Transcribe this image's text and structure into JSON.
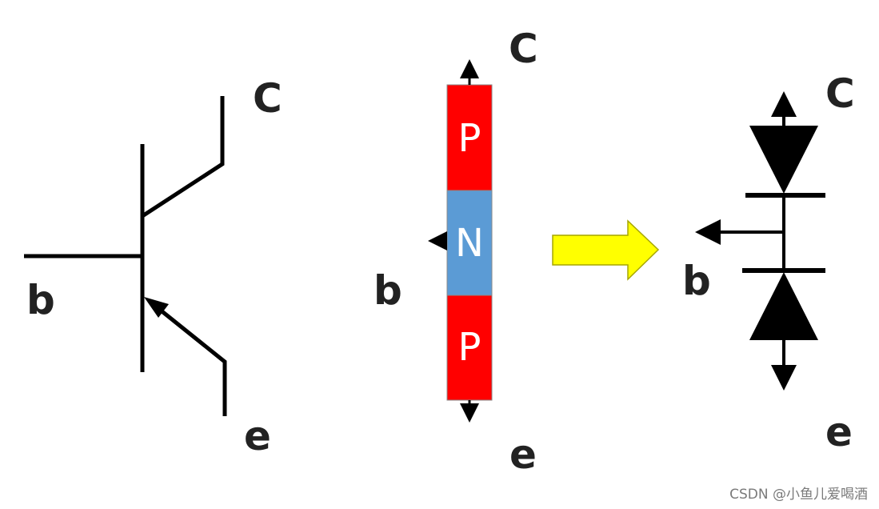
{
  "symbol": {
    "collector_label": "C",
    "base_label": "b",
    "emitter_label": "e"
  },
  "structure": {
    "collector_label": "C",
    "base_label": "b",
    "emitter_label": "e",
    "segments": [
      {
        "label": "P",
        "color": "#ff0000"
      },
      {
        "label": "N",
        "color": "#5b9bd5"
      },
      {
        "label": "P",
        "color": "#ff0000"
      }
    ]
  },
  "arrow": {
    "color": "#ffff00",
    "border": "#a6a600"
  },
  "equivalent": {
    "collector_label": "C",
    "base_label": "b",
    "emitter_label": "e"
  },
  "watermark": "CSDN @小鱼儿爱喝酒"
}
